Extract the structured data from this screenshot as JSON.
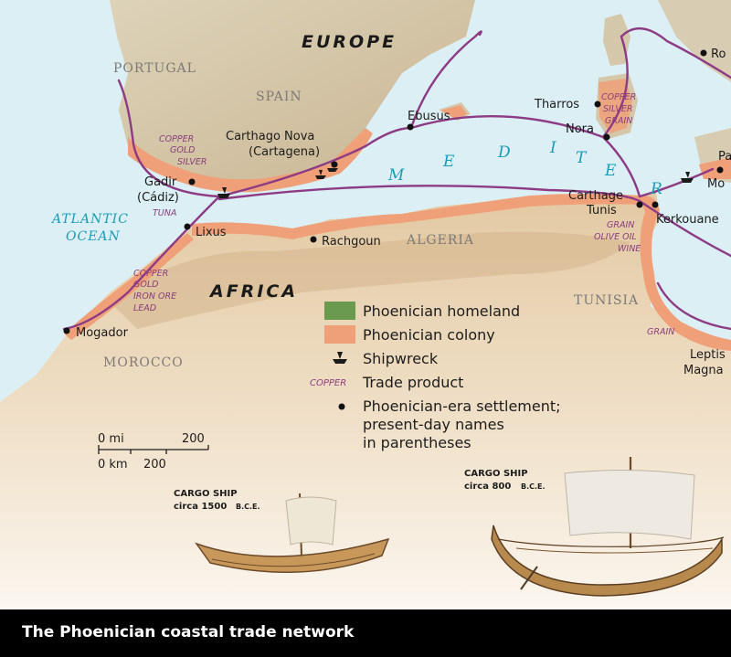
{
  "caption": "The Phoenician coastal trade network",
  "continents": {
    "europe": "EUROPE",
    "africa": "AFRICA"
  },
  "regions": {
    "portugal": "PORTUGAL",
    "spain": "SPAIN",
    "algeria": "ALGERIA",
    "tunisia": "TUNISIA",
    "morocco": "MOROCCO"
  },
  "ocean": {
    "line1": "ATLANTIC",
    "line2": "OCEAN"
  },
  "sea": {
    "m": "M",
    "e": "E",
    "d": "D",
    "i": "I",
    "t": "T",
    "e2": "E",
    "r": "R"
  },
  "places": {
    "gadir": "Gadir",
    "cadiz": "(Cádiz)",
    "lixus": "Lixus",
    "mogador": "Mogador",
    "carthago_nova": "Carthago Nova",
    "cartagena": "(Cartagena)",
    "ebusus": "Ebusus",
    "rachgoun": "Rachgoun",
    "tharros": "Tharros",
    "nora": "Nora",
    "carthage": "Carthage",
    "tunis": "Tunis",
    "kerkouane": "Kerkouane",
    "rome": "Ro",
    "pa": "Pa",
    "mo": "Mo",
    "leptis1": "Leptis",
    "leptis2": "Magna"
  },
  "products": {
    "iberia": [
      "COPPER",
      "GOLD",
      "SILVER"
    ],
    "tuna": "TUNA",
    "morocco": [
      "COPPER",
      "GOLD",
      "IRON ORE",
      "LEAD"
    ],
    "sardinia": [
      "COPPER",
      "SILVER",
      "GRAIN"
    ],
    "tunisia": [
      "GRAIN",
      "OLIVE OIL",
      "WINE"
    ],
    "libya": "GRAIN"
  },
  "legend": {
    "homeland": "Phoenician homeland",
    "colony": "Phoenician colony",
    "shipwreck": "Shipwreck",
    "product_sample": "COPPER",
    "product": "Trade product",
    "settlement_line1": "Phoenician-era settlement;",
    "settlement_line2": "present-day names",
    "settlement_line3": "in parentheses",
    "homeland_color": "#6a9a4f",
    "colony_color": "#f0a078",
    "route_color": "#8c3b84"
  },
  "scale": {
    "mi_label": "0 mi",
    "mi_max": "200",
    "km_label": "0 km",
    "km_max": "200"
  },
  "ships": {
    "ship1_title": "CARGO SHIP",
    "ship1_date": "circa 1500",
    "ship1_era": "B.C.E.",
    "ship2_title": "CARGO SHIP",
    "ship2_date": "circa 800",
    "ship2_era": "B.C.E."
  }
}
